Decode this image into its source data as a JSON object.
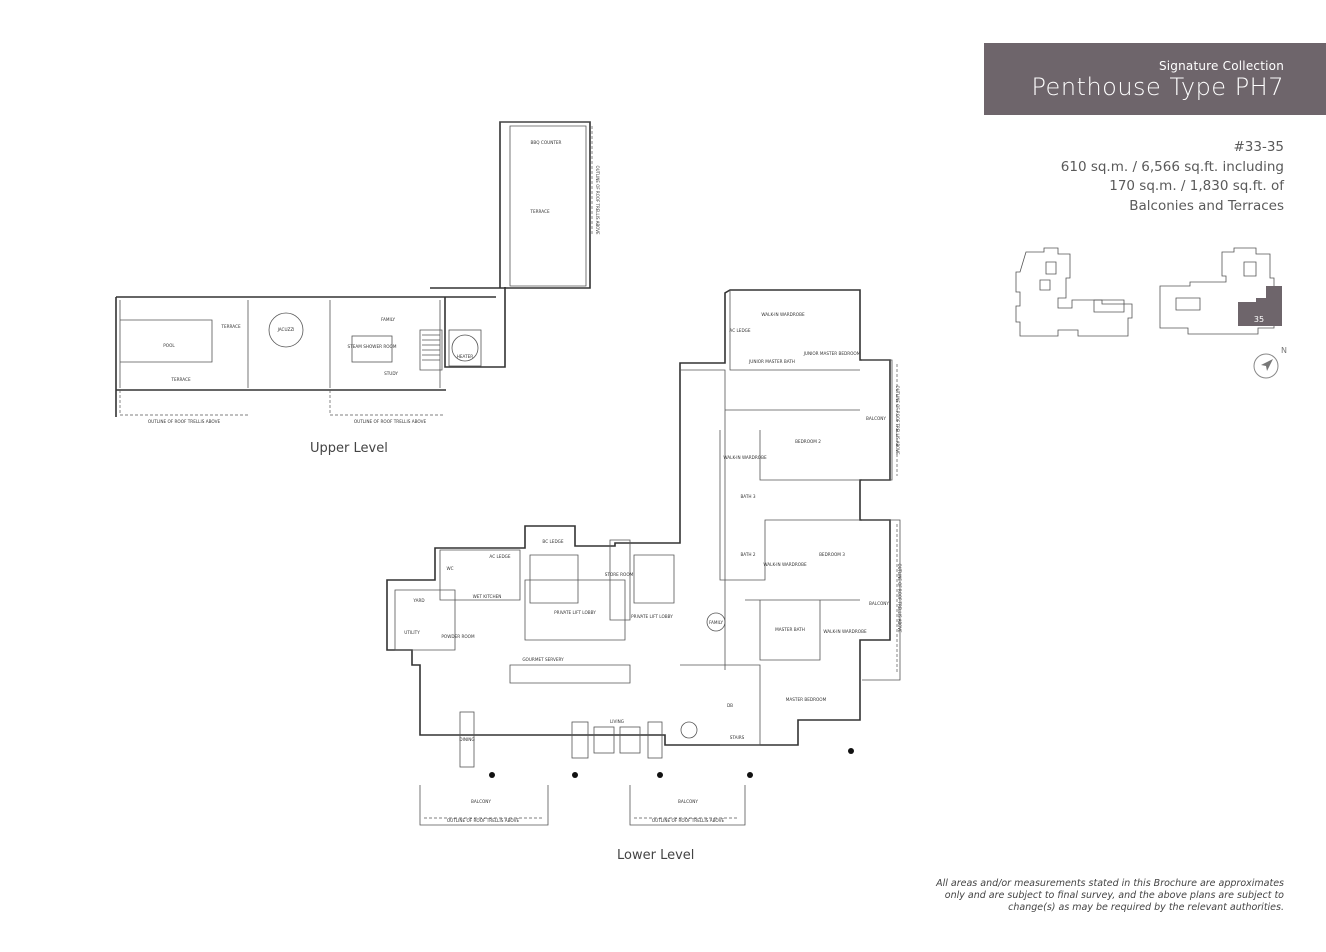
{
  "header": {
    "collection": "Signature Collection",
    "title": "Penthouse Type PH7"
  },
  "unit_info": {
    "unit_number": "#33-35",
    "area_line1": "610 sq.m. / 6,566 sq.ft. including",
    "area_line2": "170 sq.m. / 1,830 sq.ft. of",
    "area_line3": "Balconies and Terraces"
  },
  "key_plan": {
    "highlighted_unit": "35",
    "highlight_color": "#6e656b",
    "north_label": "N"
  },
  "levels": {
    "upper": "Upper Level",
    "lower": "Lower Level"
  },
  "upper_rooms": {
    "bbq": "BBQ COUNTER",
    "terrace_top": "TERRACE",
    "terrace_side": "OUTLINE OF ROOF TRELLIS ABOVE",
    "pool": "POOL",
    "terrace1": "TERRACE",
    "terrace2": "TERRACE",
    "jacuzzi": "JACUZZI",
    "family": "FAMILY",
    "steam": "STEAM SHOWER ROOM",
    "study": "STUDY",
    "heater": "HEATER",
    "trellis1": "OUTLINE OF ROOF TRELLIS ABOVE",
    "trellis2": "OUTLINE OF ROOF TRELLIS ABOVE"
  },
  "lower_rooms": {
    "ac_ledge_top": "AC LEDGE",
    "walkin_jm": "WALK-IN WARDROBE",
    "jm_bath": "JUNIOR MASTER BATH",
    "jm_bed": "JUNIOR MASTER BEDROOM",
    "balcony_r1": "BALCONY",
    "trellis_r1": "OUTLINE OF ROOF TRELLIS ABOVE",
    "bedroom2": "BEDROOM 2",
    "walkin2": "WALK-IN WARDROBE",
    "bath3": "BATH 3",
    "bath2": "BATH 2",
    "walkin3": "WALK-IN WARDROBE",
    "bedroom3": "BEDROOM 3",
    "balcony_r2": "BALCONY",
    "trellis_r2": "OUTLINE OF ROOF TRELLIS ABOVE",
    "master_bath": "MASTER BATH",
    "walkin_m": "WALK-IN WARDROBE",
    "master_bed": "MASTER BEDROOM",
    "family": "FAMILY",
    "bc_ledge": "BC LEDGE",
    "ac_ledge": "AC LEDGE",
    "wc": "WC",
    "wet_kitchen": "WET KITCHEN",
    "yard": "YARD",
    "utility": "UTILITY",
    "powder": "POWDER ROOM",
    "store": "STORE ROOM",
    "lift_lobby1": "PRIVATE LIFT LOBBY",
    "lift_lobby2": "PRIVATE LIFT LOBBY",
    "gourmet": "GOURMET SERVERY",
    "living": "LIVING",
    "dining": "DINING",
    "db": "DB",
    "stairs": "STAIRS",
    "balcony_b1": "BALCONY",
    "balcony_b2": "BALCONY",
    "trellis_b1": "OUTLINE OF ROOF TRELLIS ABOVE",
    "trellis_b2": "OUTLINE OF ROOF TRELLIS ABOVE"
  },
  "disclaimer": {
    "line1": "All areas and/or measurements stated in this Brochure are approximates",
    "line2": "only and are subject to final survey, and the above plans are subject to",
    "line3": "change(s) as may be required by the relevant authorities."
  }
}
